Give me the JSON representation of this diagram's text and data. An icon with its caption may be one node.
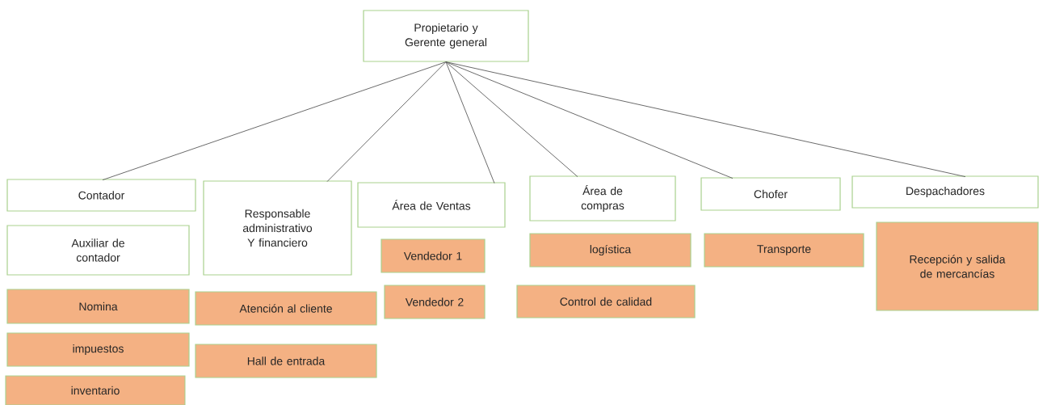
{
  "diagram": {
    "nodes": [
      {
        "text": [
          "Propietario y Gerente general"
        ]
      },
      {
        "text": [
          "Contador"
        ]
      },
      {
        "text": [
          "Auxiliar de contador"
        ]
      },
      {
        "text": [
          "Nomina"
        ]
      },
      {
        "text": [
          "impuestos"
        ]
      },
      {
        "text": [
          "inventario"
        ]
      },
      {
        "text": [
          "Responsable administrativo Y financiero"
        ]
      },
      {
        "text": [
          "Atención al cliente"
        ]
      },
      {
        "text": [
          "Hall de entrada"
        ]
      },
      {
        "text": [
          "Área de Ventas"
        ]
      },
      {
        "text": [
          "Vendedor 1"
        ]
      },
      {
        "text": [
          "Vendedor 2"
        ]
      },
      {
        "text": [
          "Área de compras"
        ]
      },
      {
        "text": [
          "logística"
        ]
      },
      {
        "text": [
          "Control de calidad"
        ]
      },
      {
        "text": [
          "Chofer"
        ]
      },
      {
        "text": [
          "Transporte"
        ]
      },
      {
        "text": [
          "Despachadores"
        ]
      },
      {
        "text": [
          "Recepción y salida de mercancías"
        ]
      }
    ],
    "edges": [
      {
        "from": 0,
        "to": 1,
        "arrow": "none"
      },
      {
        "from": 0,
        "to": 6,
        "arrow": "none"
      },
      {
        "from": 0,
        "to": 9,
        "arrow": "none"
      },
      {
        "from": 0,
        "to": 12,
        "arrow": "none"
      },
      {
        "from": 0,
        "to": 15,
        "arrow": "none"
      },
      {
        "from": 0,
        "to": 17,
        "arrow": "none"
      }
    ]
  }
}
